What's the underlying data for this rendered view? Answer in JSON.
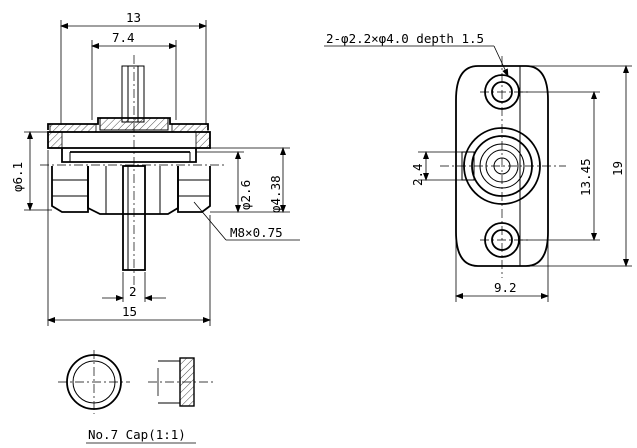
{
  "side_view": {
    "dims": {
      "overall_width_top": "13",
      "inner_width_top": "7.4",
      "left_diameter": "φ6.1",
      "diameter_2_6": "φ2.6",
      "diameter_4_38": "φ4.38",
      "thread": "M8×0.75",
      "slot_width": "2",
      "overall_length": "15"
    }
  },
  "front_view": {
    "dims": {
      "holes": "2-φ2.2×φ4.0  depth  1.5",
      "left_height": "2.4",
      "hole_pitch": "13.45",
      "overall_height": "19",
      "width": "9.2"
    }
  },
  "cap": {
    "caption": "No.7  Cap(1:1)"
  }
}
